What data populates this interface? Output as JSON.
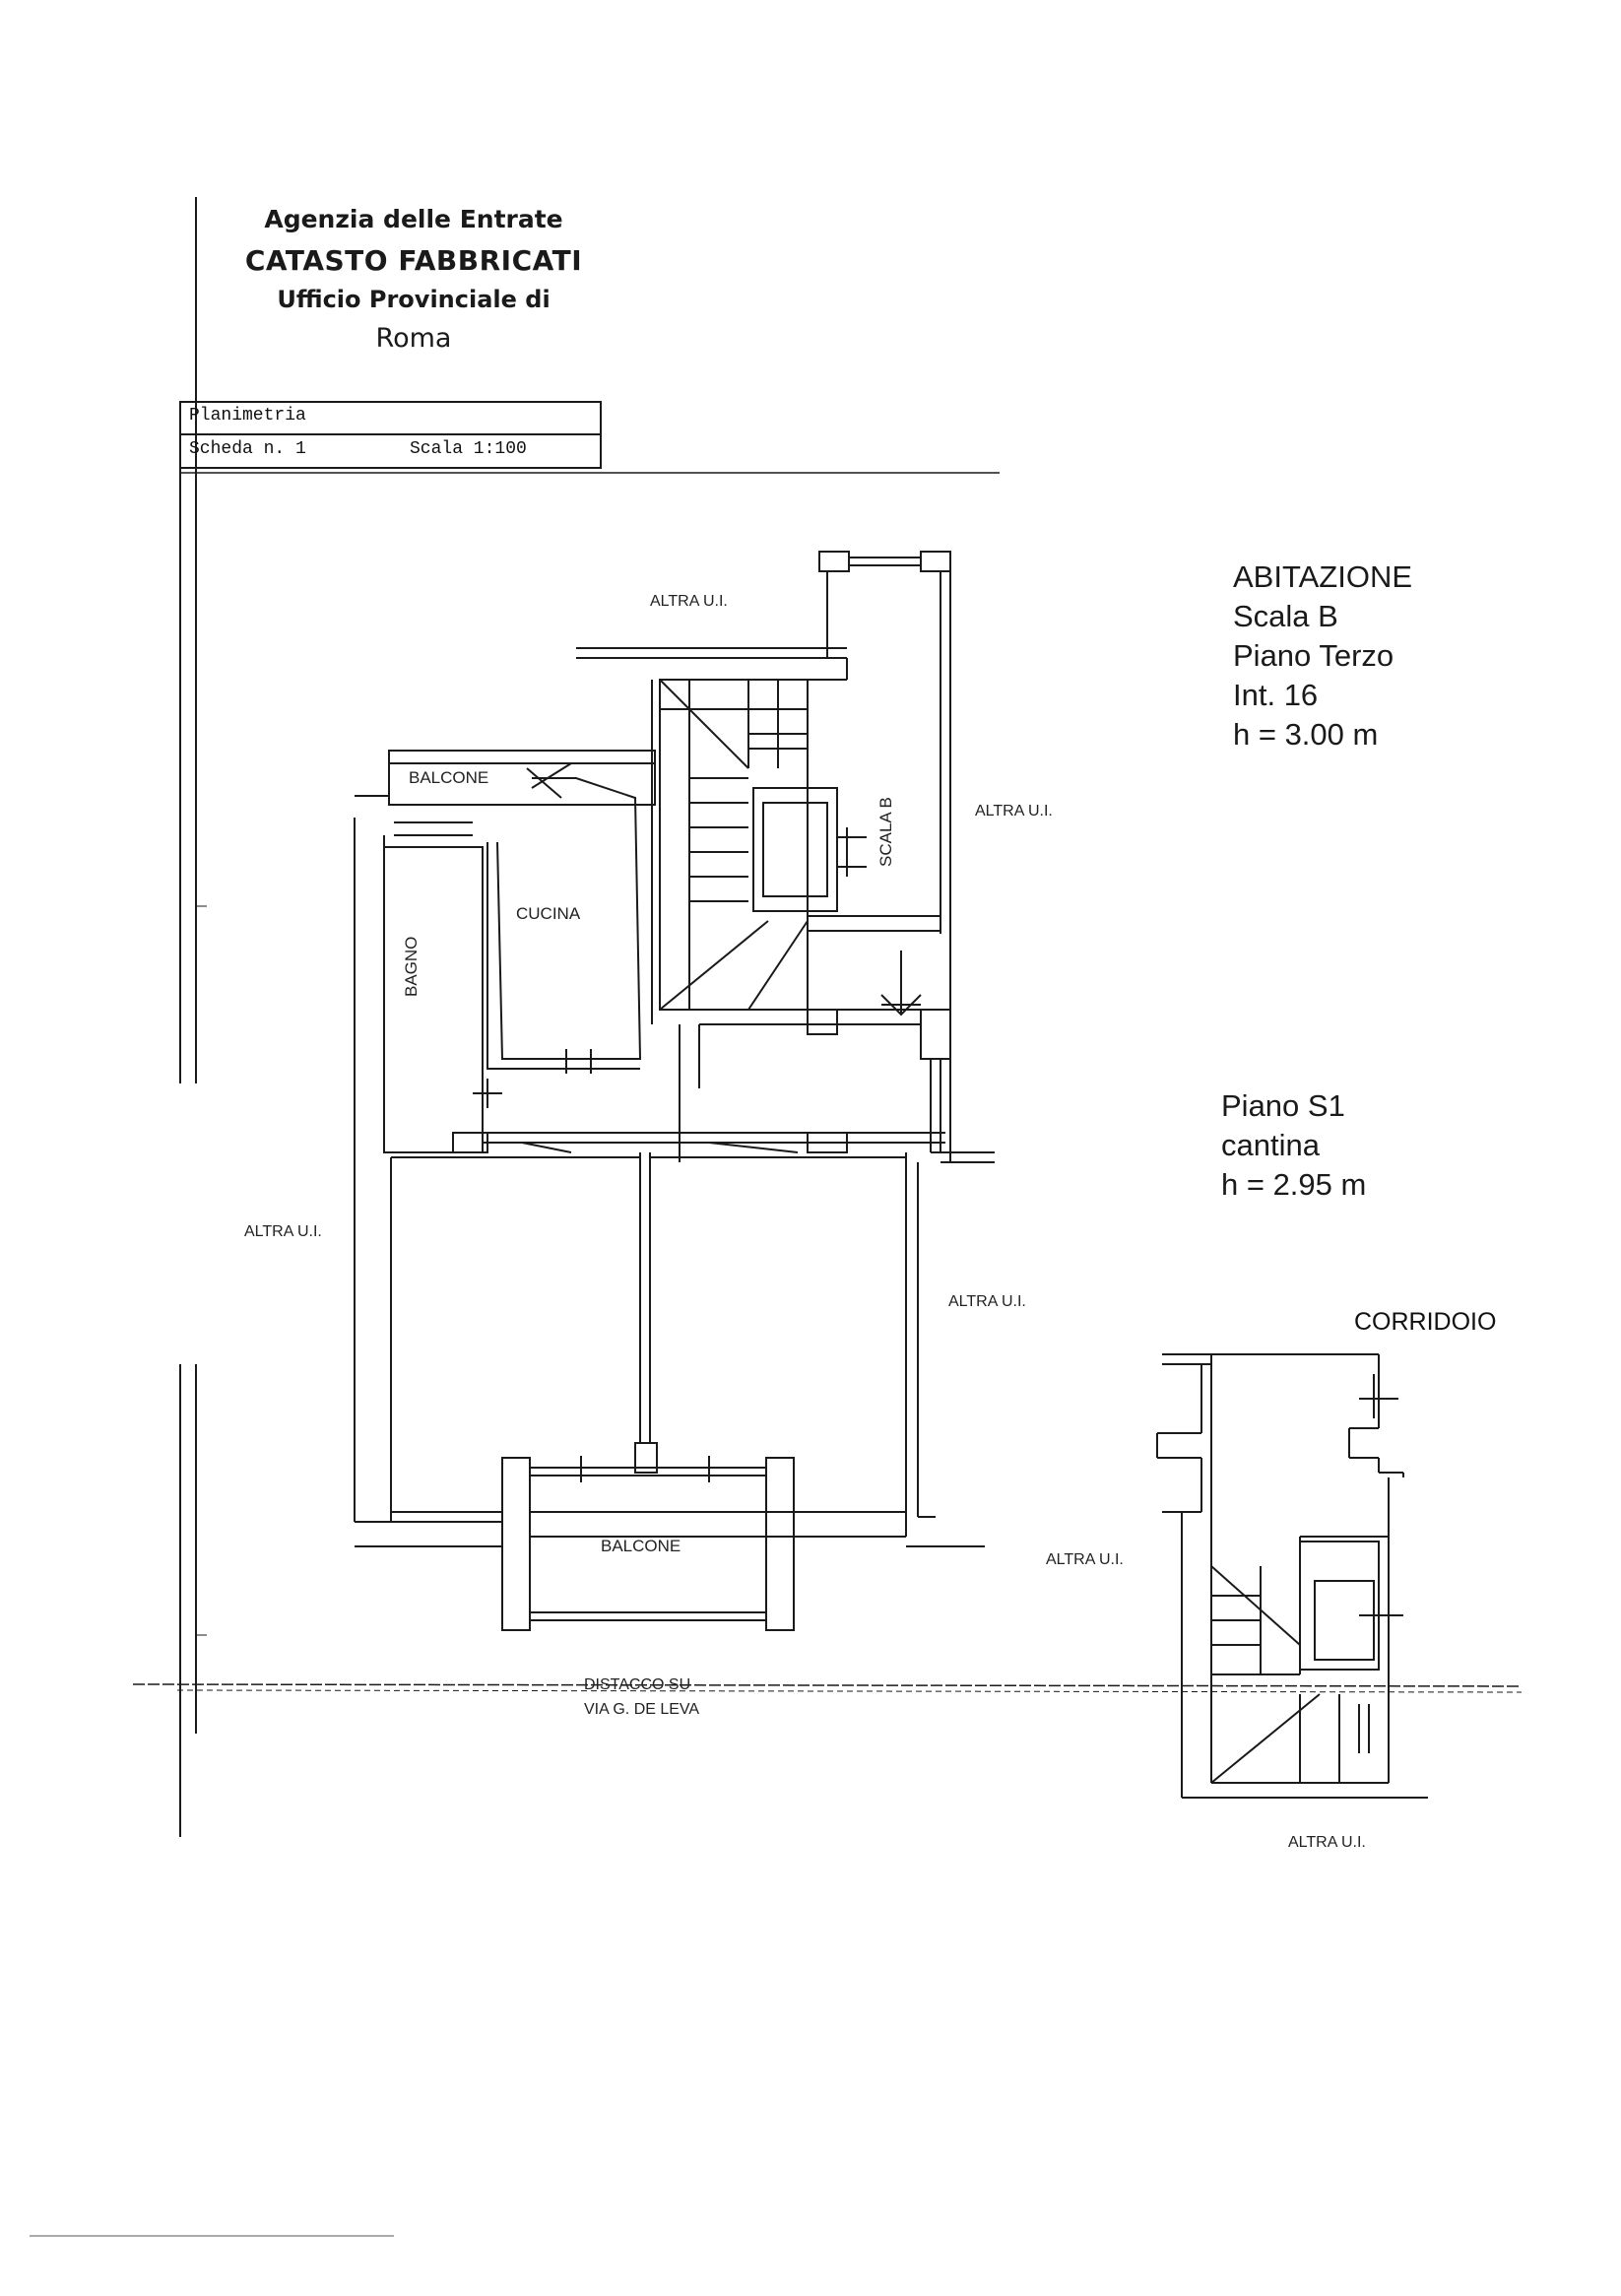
{
  "header": {
    "agency": "Agenzia delle Entrate",
    "registry": "CATASTO FABBRICATI",
    "office": "Ufficio Provinciale di",
    "city": "Roma"
  },
  "form": {
    "row1": "Planimetria",
    "sheet": "Scheda n. 1",
    "scale": "Scala 1:100"
  },
  "unit_info": {
    "line1": "ABITAZIONE",
    "line2": "Scala B",
    "line3": "Piano Terzo",
    "line4": "Int. 16",
    "line5": "h = 3.00 m"
  },
  "basement_info": {
    "line1": "Piano S1",
    "line2": "cantina",
    "line3": "h = 2.95 m"
  },
  "labels": {
    "altra_top": "ALTRA U.I.",
    "altra_right_top": "ALTRA U.I.",
    "altra_left": "ALTRA U.I.",
    "altra_right_mid": "ALTRA U.I.",
    "altra_bottom_center": "ALTRA U.I.",
    "altra_bottom_right": "ALTRA U.I.",
    "distacco_1": "DISTACCO SU",
    "distacco_2": "VIA G. DE LEVA",
    "corridoio": "CORRIDOIO"
  },
  "rooms": {
    "balcone_top": "BALCONE",
    "cucina": "CUCINA",
    "bagno": "BAGNO",
    "scala_b": "SCALA B",
    "balcone_bottom": "BALCONE"
  }
}
